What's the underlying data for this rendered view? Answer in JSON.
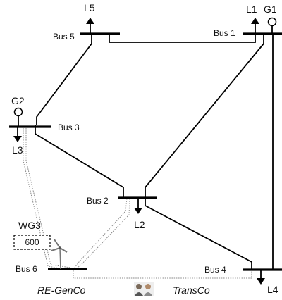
{
  "buses": {
    "bus1": "Bus 1",
    "bus2": "Bus 2",
    "bus3": "Bus 3",
    "bus4": "Bus 4",
    "bus5": "Bus 5",
    "bus6": "Bus 6"
  },
  "loads": {
    "l1": "L1",
    "l2": "L2",
    "l3": "L3",
    "l4": "L4",
    "l5": "L5"
  },
  "generators": {
    "g1": "G1",
    "g2": "G2",
    "wg3": "WG3"
  },
  "wind_capacity": "600",
  "parties": {
    "re_genco": "RE-GenCo",
    "transco": "TransCo"
  },
  "icons": {
    "handshake": "people-meeting-icon",
    "wind": "wind-turbine-icon"
  }
}
